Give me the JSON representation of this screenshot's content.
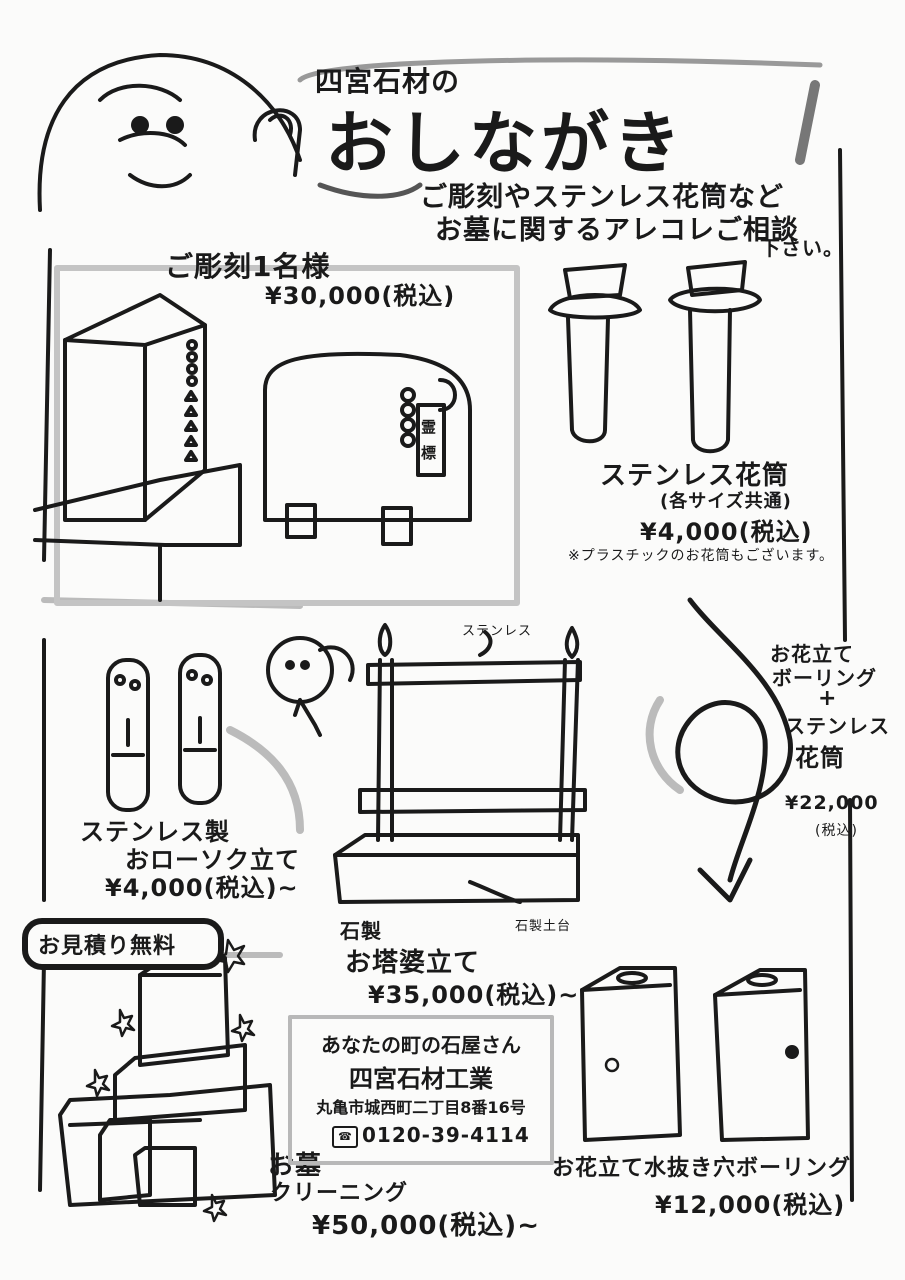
{
  "header": {
    "shop": "四宮石材の",
    "title": "おしながき",
    "subtitle_line1": "ご彫刻やステンレス花筒など",
    "subtitle_line2": "お墓に関するアレコレご相談",
    "subtitle_line3": "下さい。"
  },
  "engraving": {
    "title": "ご彫刻1名様",
    "price": "¥30,000(税込)",
    "plaque_label": "霊標"
  },
  "vase": {
    "title": "ステンレス花筒",
    "sizes": "(各サイズ共通)",
    "price": "¥4,000(税込)",
    "note": "※プラスチックのお花筒もございます。"
  },
  "candle": {
    "title_line1": "ステンレス製",
    "title_line2": "おローソク立て",
    "price": "¥4,000(税込)~"
  },
  "stupa": {
    "label_stainless": "ステンレス",
    "label_base": "石製土台",
    "title_line1": "石製",
    "title_line2": "お塔婆立て",
    "price": "¥35,000(税込)~"
  },
  "boring_combo": {
    "line1": "お花立て",
    "line2": "ボーリング",
    "plus": "+",
    "line3": "ステンレス",
    "line4": "花筒",
    "price": "¥22,000",
    "tax": "(税込)"
  },
  "estimate_badge": "お見積り無料",
  "cleaning": {
    "title_line1": "お墓",
    "title_line2": "クリーニング",
    "price": "¥50,000(税込)~"
  },
  "shop_info": {
    "tagline": "あなたの町の石屋さん",
    "name": "四宮石材工業",
    "address": "丸亀市城西町二丁目8番16号",
    "phone": "0120-39-4114"
  },
  "drain": {
    "title": "お花立て水抜き穴ボーリング",
    "price": "¥12,000(税込)"
  }
}
